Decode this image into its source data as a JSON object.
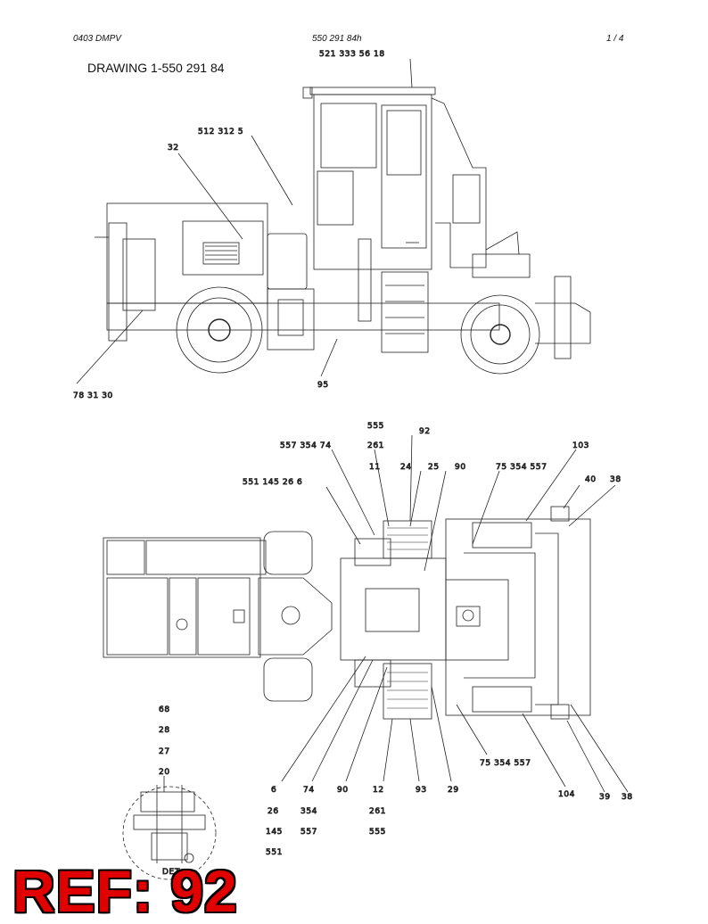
{
  "header": {
    "left": "0403 DMPV",
    "center": "550 291 84h",
    "right": "1 /  4"
  },
  "title": "DRAWING 1-550 291 84",
  "side_view_callouts": {
    "c_521": "521 333  56  18",
    "c_512": "512 312   5",
    "c_32": "32",
    "c_78": "78   31   30",
    "c_95": "95"
  },
  "top_view_callouts": {
    "c_555a": "555",
    "c_92": "92",
    "c_557a": "557 354  74",
    "c_261a": "261",
    "c_103": "103",
    "c_11": "11",
    "c_24": "24",
    "c_25": "25",
    "c_90a": "90",
    "c_75a": "75  354 557",
    "c_551a": "551 145  26   6",
    "c_40": "40",
    "c_38a": "38",
    "c_68": "68",
    "c_28": "28",
    "c_27": "27",
    "c_20": "20",
    "c_75b": "75  354 557",
    "c_6": "6",
    "c_74": "74",
    "c_90b": "90",
    "c_12": "12",
    "c_93": "93",
    "c_29": "29",
    "c_104": "104",
    "c_39": "39",
    "c_38b": "38",
    "c_26": "26",
    "c_354": "354",
    "c_261b": "261",
    "c_145": "145",
    "c_557b": "557",
    "c_555b": "555",
    "c_551b": "551",
    "c_det": "DET"
  },
  "reference_label": "REF: 92"
}
